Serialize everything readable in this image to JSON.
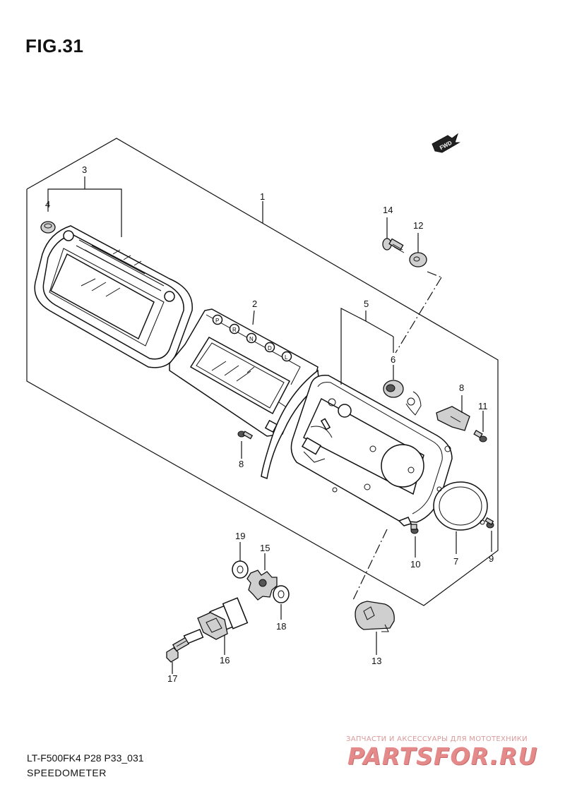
{
  "figure": {
    "title": "FIG.31",
    "model_code": "LT-F500FK4 P28 P33_031",
    "assembly_name": "SPEEDOMETER"
  },
  "direction_badge": "FWD",
  "callouts": {
    "c1": "1",
    "c2": "2",
    "c3": "3",
    "c4": "4",
    "c5": "5",
    "c6": "6",
    "c7": "7",
    "c8a": "8",
    "c8b": "8",
    "c9": "9",
    "c10": "10",
    "c11": "11",
    "c12": "12",
    "c13": "13",
    "c14": "14",
    "c15": "15",
    "c16": "16",
    "c17": "17",
    "c18": "18",
    "c19": "19"
  },
  "gear_indicators": [
    "P",
    "R",
    "N",
    "D",
    "L"
  ],
  "watermark": {
    "tagline": "ЗАПЧАСТИ И АКСЕССУАРЫ ДЛЯ МОТОТЕХНИКИ",
    "logo": "PARTSFOR.RU"
  }
}
